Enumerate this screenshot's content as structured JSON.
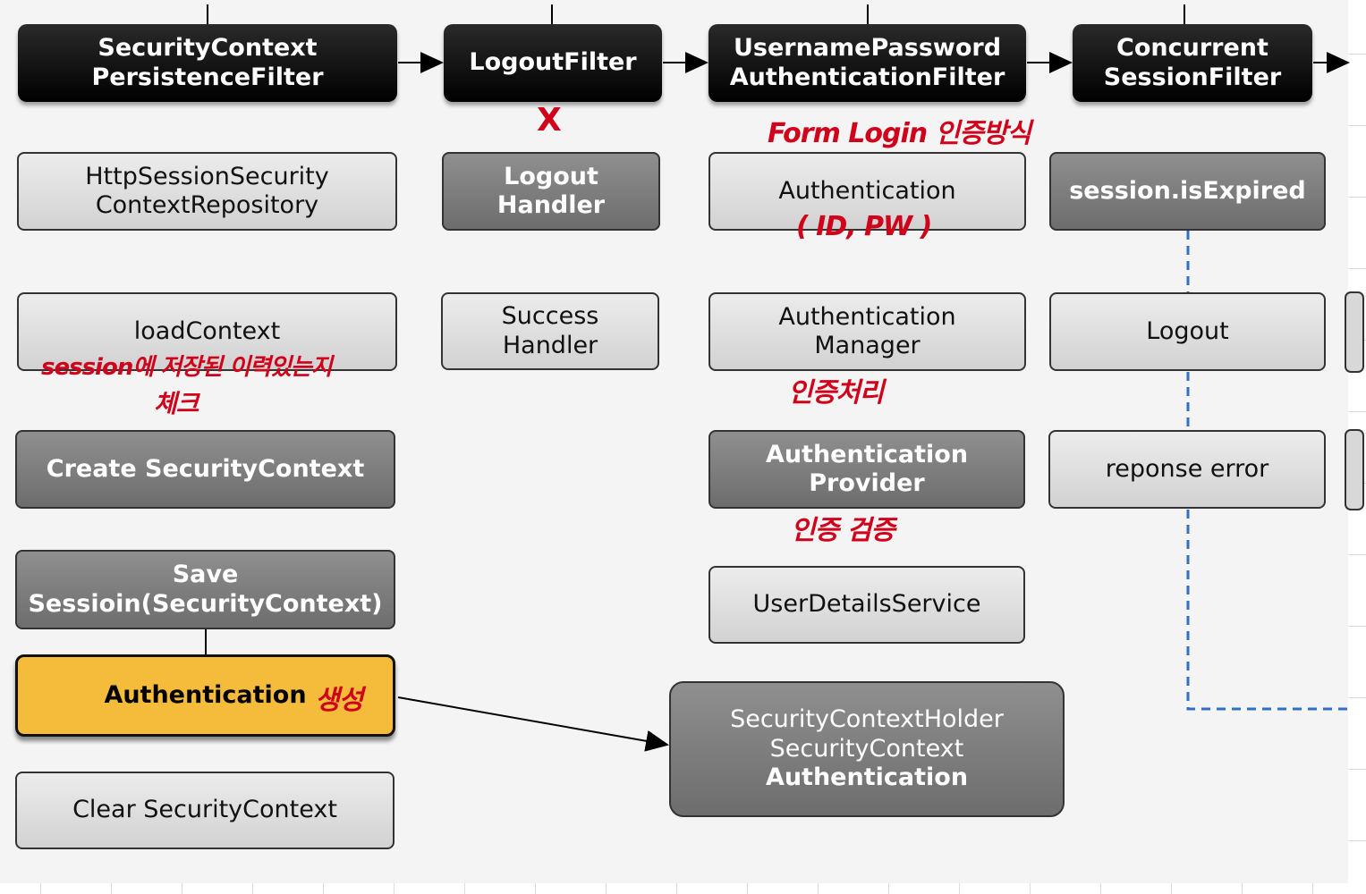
{
  "filters": [
    {
      "id": "scpf",
      "lines": [
        "SecurityContext",
        "PersistenceFilter"
      ]
    },
    {
      "id": "logout",
      "lines": [
        "LogoutFilter"
      ]
    },
    {
      "id": "upaf",
      "lines": [
        "UsernamePassword",
        "AuthenticationFilter"
      ]
    },
    {
      "id": "csf",
      "lines": [
        "Concurrent",
        "SessionFilter"
      ]
    }
  ],
  "column1": {
    "repository": [
      "HttpSessionSecurity",
      "ContextRepository"
    ],
    "load_context": "loadContext",
    "create_context": "Create SecurityContext",
    "save_session": [
      "Save",
      "Sessioin(SecurityContext)"
    ],
    "authentication": "Authentication",
    "clear_context": "Clear SecurityContext"
  },
  "column2": {
    "logout_handler": [
      "Logout",
      "Handler"
    ],
    "success_handler": [
      "Success",
      "Handler"
    ]
  },
  "column3": {
    "authentication": "Authentication",
    "auth_manager": [
      "Authentication",
      "Manager"
    ],
    "auth_provider": [
      "Authentication",
      "Provider"
    ],
    "user_details_service": "UserDetailsService"
  },
  "column4": {
    "session_expired": "session.isExpired",
    "logout": "Logout",
    "response_error": "reponse error"
  },
  "holder": {
    "lines": [
      "SecurityContextHolder",
      "SecurityContext"
    ],
    "bold_line": "Authentication"
  },
  "annotations": {
    "x_mark": "X",
    "form_login": "Form Login 인증방식",
    "id_pw": "( ID, PW )",
    "session_check_1": "session에 저장된 이력있는지",
    "session_check_2": "체크",
    "auth_processing": "인증처리",
    "auth_verify": "인증 검증",
    "auth_create": "생성"
  },
  "colors": {
    "annotation": "#d0021b",
    "highlight": "#f5bc3c",
    "dashed_link": "#2f6fc9"
  }
}
